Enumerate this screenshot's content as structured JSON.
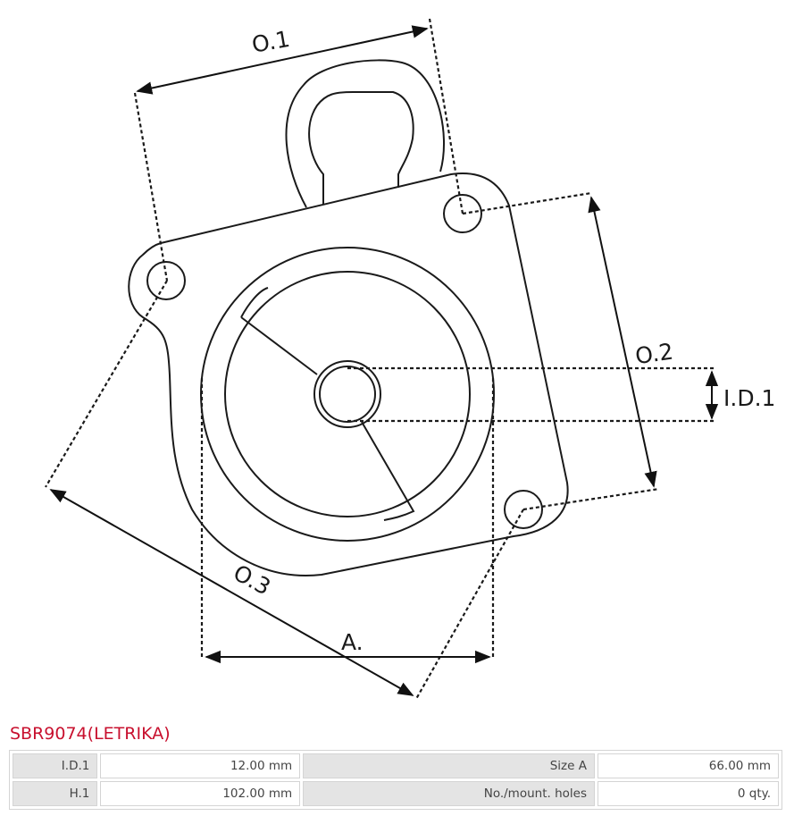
{
  "diagram": {
    "labels": {
      "o1": "O.1",
      "o2": "O.2",
      "o3": "O.3",
      "id1": "I.D.1",
      "a": "A."
    }
  },
  "part": {
    "title": "SBR9074(LETRIKA)"
  },
  "specs": {
    "rows": [
      {
        "label1": "I.D.1",
        "value1": "12.00 mm",
        "label2": "Size A",
        "value2": "66.00 mm"
      },
      {
        "label1": "H.1",
        "value1": "102.00 mm",
        "label2": "No./mount. holes",
        "value2": "0 qty."
      }
    ]
  }
}
